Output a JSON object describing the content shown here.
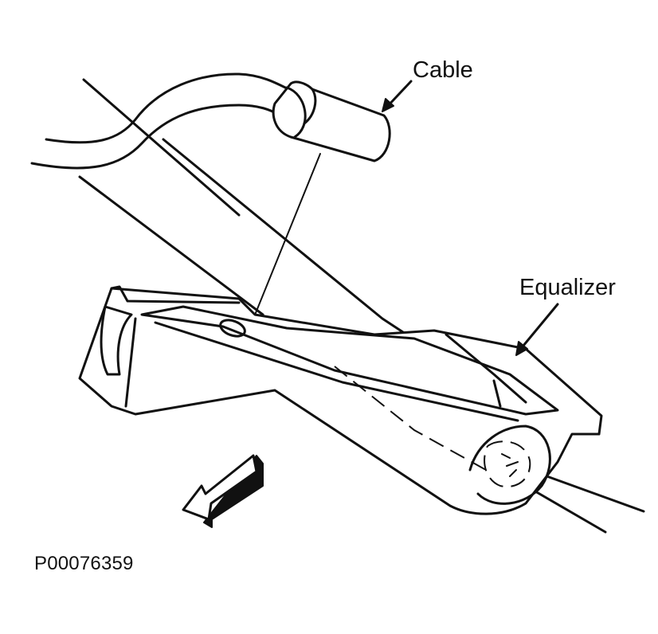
{
  "labels": {
    "cable": "Cable",
    "equalizer": "Equalizer",
    "figure_id": "P00076359"
  },
  "colors": {
    "ink": "#111111",
    "background": "#ffffff"
  },
  "icons": {
    "direction": "forward-direction-arrow-icon"
  }
}
